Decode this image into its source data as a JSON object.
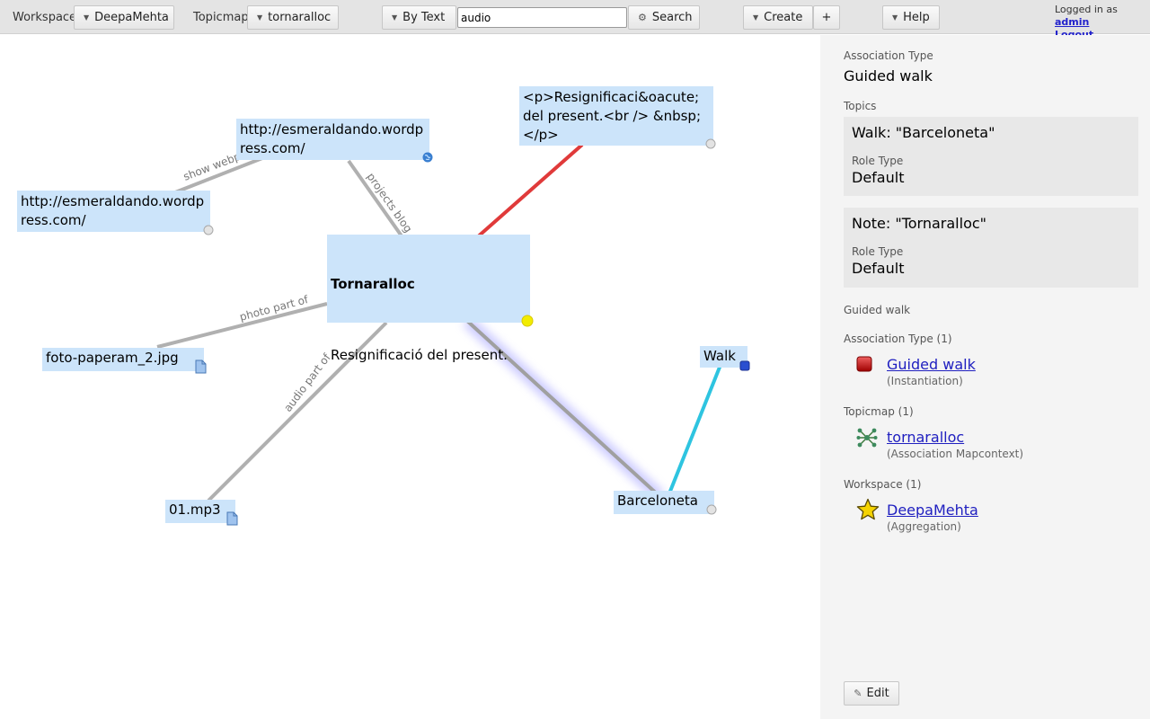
{
  "toolbar": {
    "workspace_label": "Workspace",
    "workspace_value": "DeepaMehta",
    "topicmap_label": "Topicmap",
    "topicmap_value": "tornaralloc",
    "search_mode": "By Text",
    "search_value": "audio",
    "search_button": "Search",
    "create_button": "Create",
    "add_button": "+",
    "help_button": "Help",
    "logged_in_text": "Logged in as",
    "username": "admin",
    "logout": "Logout"
  },
  "topics": {
    "web1": "http://esmeraldando.wordpress.com/",
    "web2": "http://esmeraldando.wordpress.com/",
    "note_html": "<p>Resignificaci&oacute; del present.<br /> &nbsp;</p>",
    "main_title": "Tornaralloc",
    "main_body": "Resignificació del present.",
    "photo": "foto-paperam_2.jpg",
    "audio": "01.mp3",
    "walk": "Walk",
    "place": "Barceloneta"
  },
  "edges": {
    "show_webpage": "show webpage",
    "projects_blog": "projects blog",
    "photo_part_of": "photo part of",
    "audio_part_of": "audio part of"
  },
  "colors": {
    "note_edge": "#e03a3a",
    "walk_edge": "#2ec4e0",
    "default_edge": "#b0b0b0",
    "topic_bg": "#cce4fa"
  },
  "panel": {
    "assoc_type_label": "Association Type",
    "assoc_type_value": "Guided walk",
    "topics_label": "Topics",
    "topic1_title": "Walk: \"Barceloneta\"",
    "topic1_role_label": "Role Type",
    "topic1_role_value": "Default",
    "topic2_title": "Note: \"Tornaralloc\"",
    "topic2_role_label": "Role Type",
    "topic2_role_value": "Default",
    "guided_walk_caption": "Guided walk",
    "rel_assoc_type_label": "Association Type (1)",
    "rel_assoc_type_link": "Guided walk",
    "rel_assoc_type_sub": "(Instantiation)",
    "rel_topicmap_label": "Topicmap (1)",
    "rel_topicmap_link": "tornaralloc",
    "rel_topicmap_sub": "(Association Mapcontext)",
    "rel_workspace_label": "Workspace (1)",
    "rel_workspace_link": "DeepaMehta",
    "rel_workspace_sub": "(Aggregation)",
    "edit_button": "Edit"
  },
  "icons": {
    "search": "gear-icon",
    "globe": "globe-icon",
    "file": "file-icon",
    "association_type": "red-square-icon",
    "topicmap": "network-icon",
    "workspace": "star-icon",
    "edit": "pencil-icon"
  }
}
